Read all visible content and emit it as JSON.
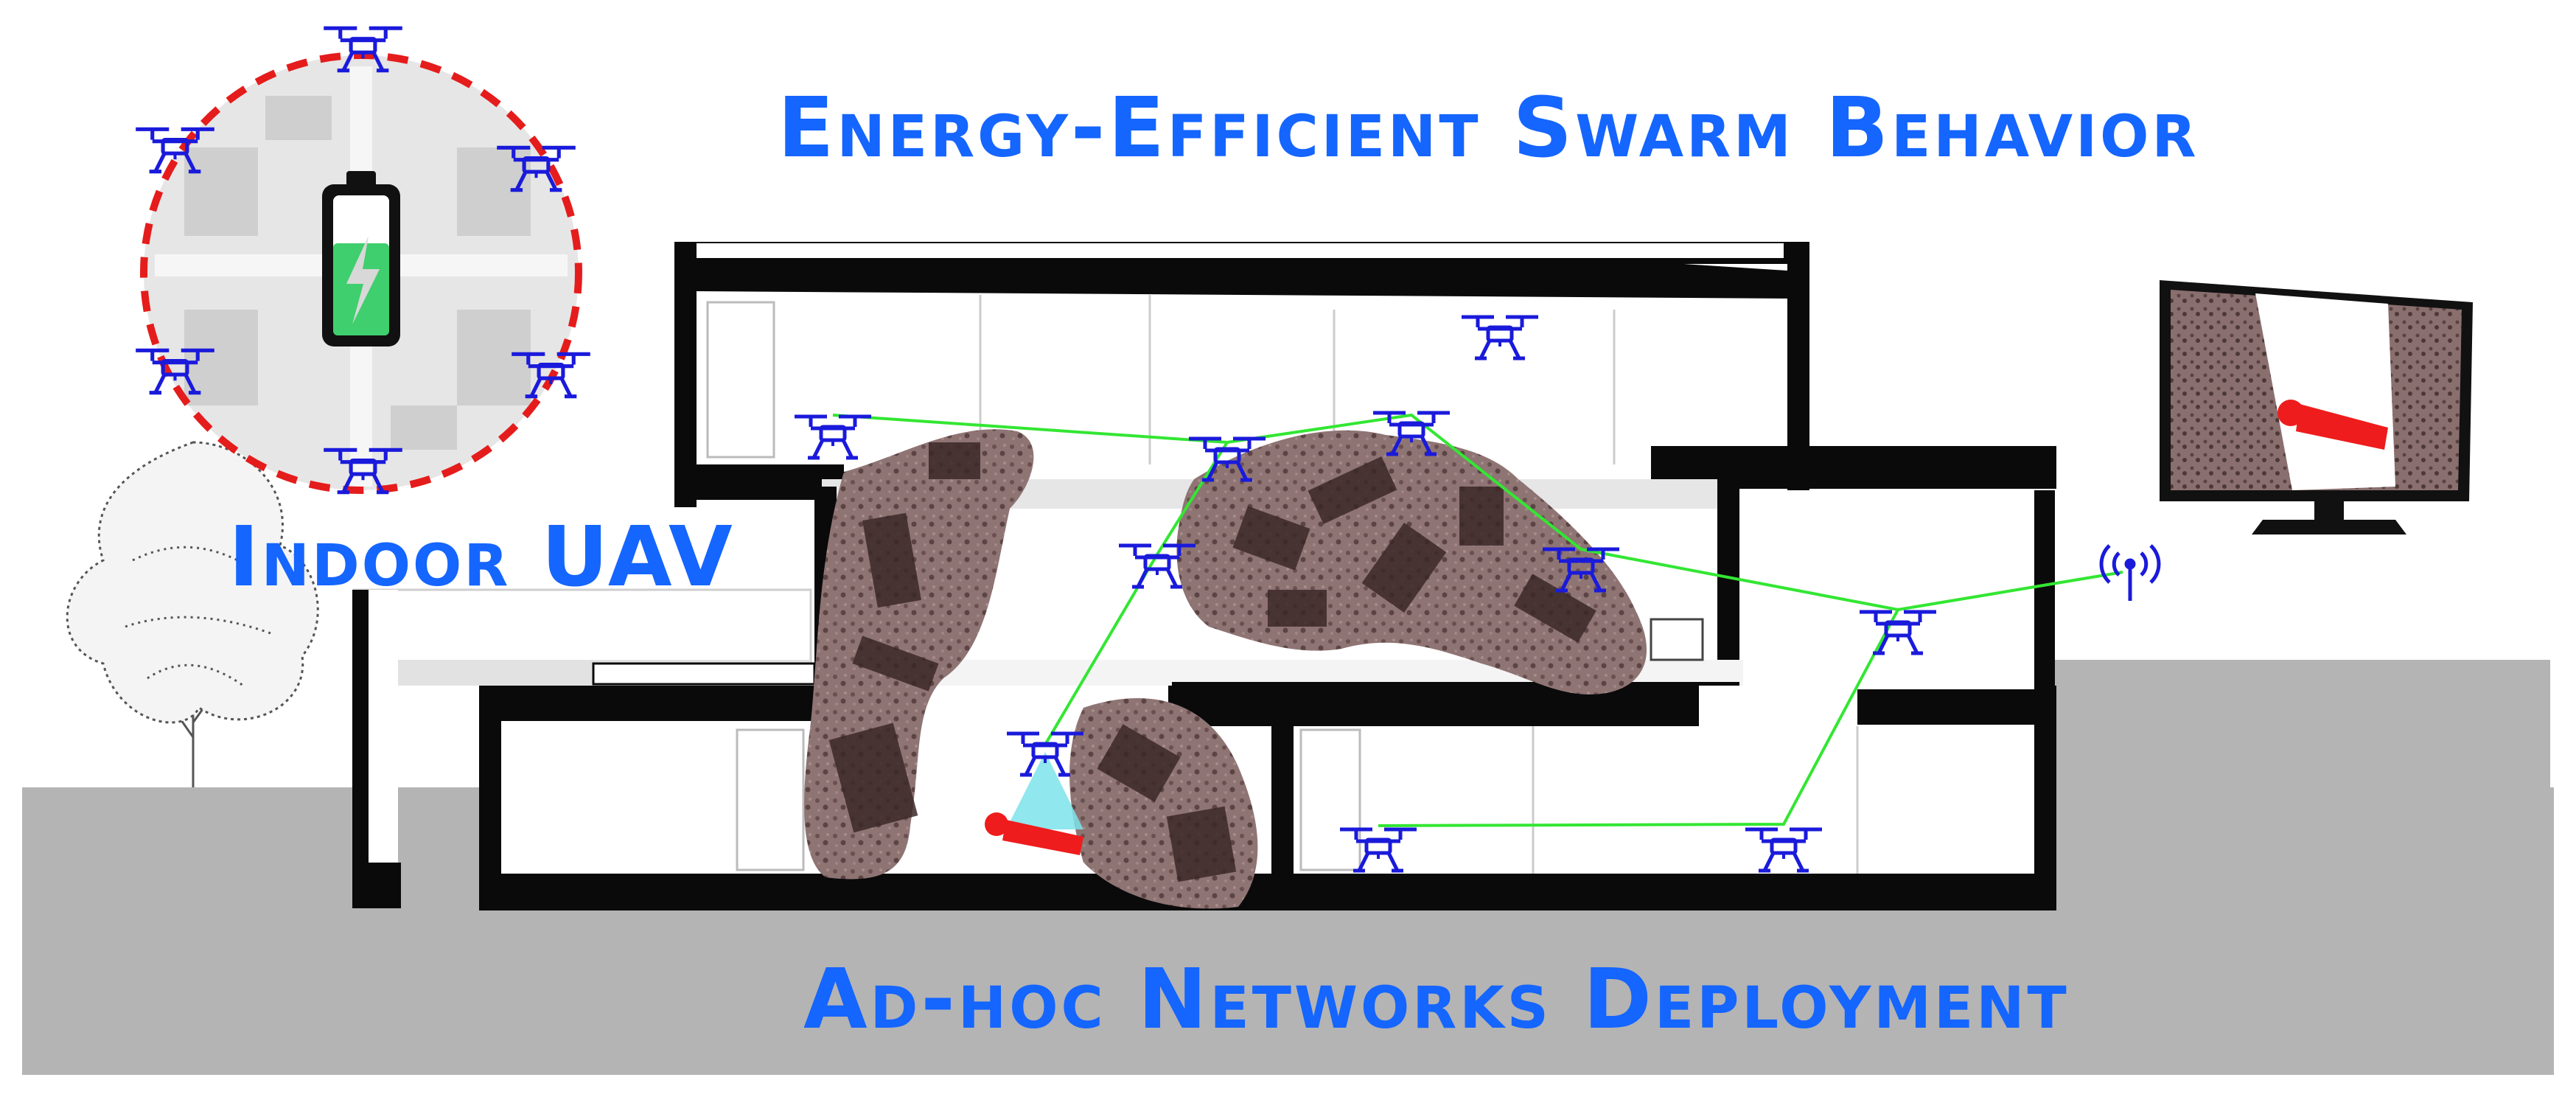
{
  "labels": {
    "title_top": "Energy-Efficient Swarm Behavior",
    "title_uav": "Indoor UAV",
    "title_bottom": "Ad-hoc Networks Deployment"
  },
  "colors": {
    "caption": "#1565ff",
    "drone": "#1a1adb",
    "link": "#33e633",
    "victim": "#ee1c1c",
    "debris": "#6b5252",
    "ground": "#b4b4b4",
    "wall": "#0a0a0a",
    "battery_fill": "#3fcf6e",
    "camera_beam": "#7de3ea"
  },
  "icons": [
    "drone-icon",
    "battery-icon",
    "antenna-icon",
    "monitor-icon",
    "victim-figure",
    "tree-illustration",
    "debris-pile",
    "camera-beam"
  ]
}
